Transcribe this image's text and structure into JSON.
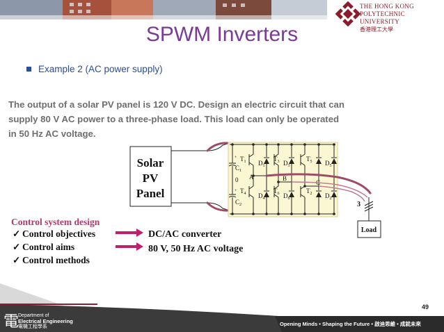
{
  "header": {
    "university_line1": "THE HONG KONG",
    "university_line2": "POLYTECHNIC UNIVERSITY",
    "university_line3": "香港理工大學"
  },
  "slide": {
    "title": "SPWM Inverters",
    "bullet": "Example 2 (AC power supply)",
    "paragraph": [
      "The output of a solar PV panel is 120 V DC. Design an electric circuit that can",
      "supply 80 V AC power to a three-phase load. This load can only be operated",
      "in 50 Hz AC voltage."
    ]
  },
  "circuit": {
    "source_lines": [
      "Solar",
      "PV",
      "Panel"
    ],
    "c1": "C",
    "c1_sub": "1",
    "c2": "C",
    "c2_sub": "2",
    "zero": "0",
    "node_a": "A",
    "node_b": "B",
    "node_c": "C",
    "t_top": [
      {
        "t": "T",
        "s": "1"
      },
      {
        "t": "T",
        "s": "3"
      },
      {
        "t": "T",
        "s": "5"
      }
    ],
    "t_bot": [
      {
        "t": "T",
        "s": "4"
      },
      {
        "t": "T",
        "s": "6"
      },
      {
        "t": "T",
        "s": "2"
      }
    ],
    "d_top": [
      {
        "t": "D",
        "s": "1"
      },
      {
        "t": "D",
        "s": "3"
      },
      {
        "t": "D",
        "s": "5"
      }
    ],
    "d_bot": [
      {
        "t": "D",
        "s": "4"
      },
      {
        "t": "D",
        "s": "6"
      },
      {
        "t": "D",
        "s": "2"
      }
    ],
    "phase_count": "3",
    "load": "Load"
  },
  "control": {
    "heading": "Control system design",
    "items": [
      "Control objectives",
      "Control aims",
      "Control methods"
    ],
    "answers": [
      "DC/AC converter",
      "80 V, 50 Hz AC voltage"
    ]
  },
  "page_number": "49",
  "footer": {
    "dept_line1": "Department of",
    "dept_line2": "Electrical Engineering",
    "dept_line3": "電機工程學系",
    "dept_char": "電",
    "slogan": "Opening Minds • Shaping the Future • 啟迪思維 • 成就未來"
  },
  "colors": {
    "title": "#7a3a96",
    "bullet": "#2a4e9a",
    "accent_red": "#8a1c2b",
    "control_heading": "#b03a6d",
    "arrow": "#c0206a"
  }
}
